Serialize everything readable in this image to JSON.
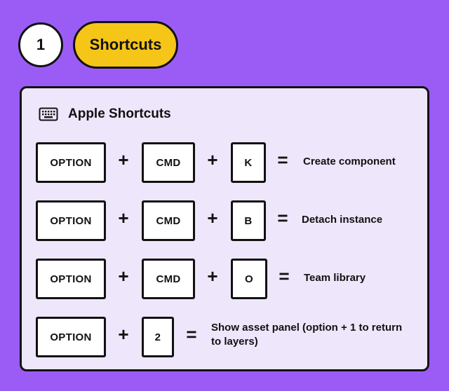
{
  "header": {
    "step_number": "1",
    "title": "Shortcuts"
  },
  "card": {
    "title": "Apple Shortcuts",
    "icon": "keyboard-icon"
  },
  "operators": {
    "plus": "+",
    "equals": "="
  },
  "shortcuts": [
    {
      "keys": [
        "OPTION",
        "CMD",
        "K"
      ],
      "action": "Create component"
    },
    {
      "keys": [
        "OPTION",
        "CMD",
        "B"
      ],
      "action": "Detach instance"
    },
    {
      "keys": [
        "OPTION",
        "CMD",
        "O"
      ],
      "action": "Team library"
    },
    {
      "keys": [
        "OPTION",
        "2"
      ],
      "action": "Show asset panel (option + 1 to return to layers)"
    }
  ],
  "colors": {
    "background": "#9B5CF6",
    "card": "#EEE6FA",
    "accent_pill": "#F5C518",
    "outline": "#111111"
  }
}
